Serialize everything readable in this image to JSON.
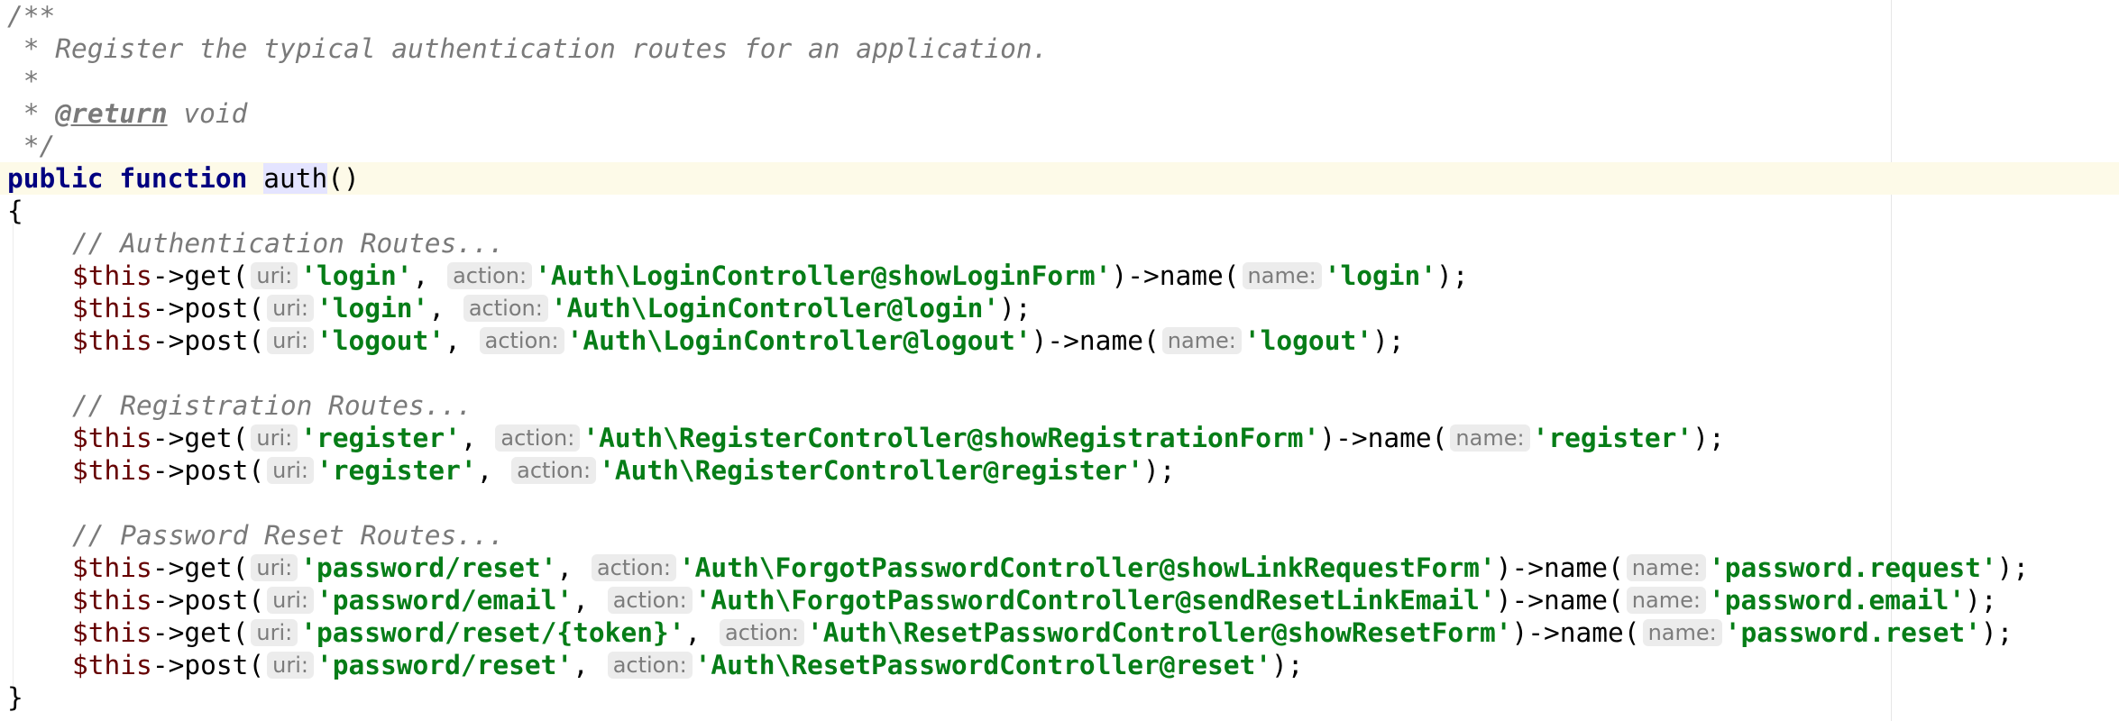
{
  "docblock": {
    "open": "/**",
    "summary": " * Register the typical authentication routes for an application.",
    "blank": " *",
    "return_prefix": " * ",
    "return_tag": "@return",
    "return_type": " void",
    "close": " */"
  },
  "signature": {
    "public": "public",
    "function": "function",
    "name": "auth",
    "parens": "()"
  },
  "braces": {
    "open": "{",
    "close": "}"
  },
  "code": {
    "this": "$this",
    "arrow_get": "->get(",
    "arrow_post": "->post(",
    "name_call": ")->name(",
    "comma": ", ",
    "end_paren": ");",
    "hint_uri": "uri:",
    "hint_action": "action:",
    "hint_name": "name:"
  },
  "groups": [
    {
      "comment": "// Authentication Routes...",
      "routes": [
        {
          "method": "get",
          "uri": "'login'",
          "action": "'Auth\\LoginController@showLoginForm'",
          "name": "'login'"
        },
        {
          "method": "post",
          "uri": "'login'",
          "action": "'Auth\\LoginController@login'"
        },
        {
          "method": "post",
          "uri": "'logout'",
          "action": "'Auth\\LoginController@logout'",
          "name": "'logout'"
        }
      ]
    },
    {
      "comment": "// Registration Routes...",
      "routes": [
        {
          "method": "get",
          "uri": "'register'",
          "action": "'Auth\\RegisterController@showRegistrationForm'",
          "name": "'register'"
        },
        {
          "method": "post",
          "uri": "'register'",
          "action": "'Auth\\RegisterController@register'"
        }
      ]
    },
    {
      "comment": "// Password Reset Routes...",
      "routes": [
        {
          "method": "get",
          "uri": "'password/reset'",
          "action": "'Auth\\ForgotPasswordController@showLinkRequestForm'",
          "name": "'password.request'"
        },
        {
          "method": "post",
          "uri": "'password/email'",
          "action": "'Auth\\ForgotPasswordController@sendResetLinkEmail'",
          "name": "'password.email'"
        },
        {
          "method": "get",
          "uri": "'password/reset/{token}'",
          "action": "'Auth\\ResetPasswordController@showResetForm'",
          "name": "'password.reset'"
        },
        {
          "method": "post",
          "uri": "'password/reset'",
          "action": "'Auth\\ResetPasswordController@reset'"
        }
      ]
    }
  ]
}
